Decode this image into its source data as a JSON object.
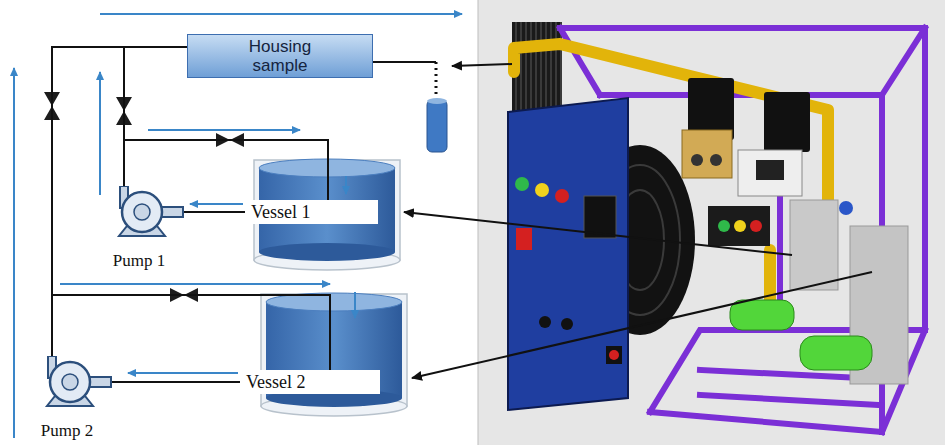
{
  "diagram": {
    "nodes": [
      {
        "text": [
          "Housing sample"
        ]
      },
      {
        "text": [
          "Vessel 1"
        ]
      },
      {
        "text": [
          "Pump 1"
        ]
      },
      {
        "text": [
          "Vessel 2"
        ]
      },
      {
        "text": [
          "Pump 2"
        ]
      }
    ],
    "edges": [
      {
        "from": 2,
        "to": 0,
        "arrow": "none"
      },
      {
        "from": 1,
        "to": 2,
        "arrow": "none"
      },
      {
        "from": 2,
        "to": 1,
        "arrow": "none"
      },
      {
        "from": 4,
        "to": 0,
        "arrow": "none"
      },
      {
        "from": 3,
        "to": 4,
        "arrow": "none"
      },
      {
        "from": 4,
        "to": 3,
        "arrow": "none"
      }
    ]
  }
}
